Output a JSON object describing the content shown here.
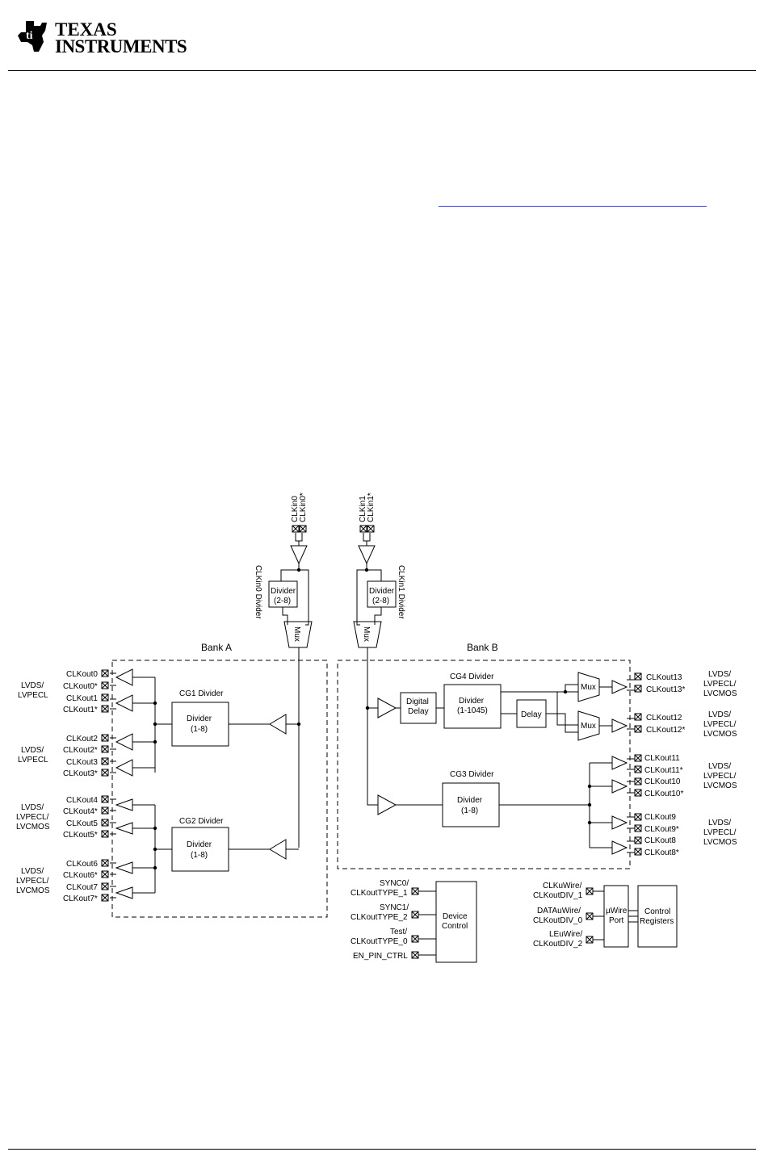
{
  "header": {
    "logo_line1": "Texas",
    "logo_line2": "Instruments",
    "logo_icon": "ti-map-logo-icon"
  },
  "diagram": {
    "bank_a": "Bank A",
    "bank_b": "Bank B",
    "clkin0": "CLKin0",
    "clkin0_n": "CLKin0*",
    "clkin1": "CLKin1",
    "clkin1_n": "CLKin1*",
    "clkin0_divider_label": "CLKin0 Divider",
    "clkin1_divider_label": "CLKin1 Divider",
    "divider_2_8_line1": "Divider",
    "divider_2_8_line2": "(2-8)",
    "mux": "Mux",
    "cg1_divider": "CG1 Divider",
    "cg2_divider": "CG2 Divider",
    "cg3_divider": "CG3 Divider",
    "cg4_divider": "CG4 Divider",
    "divider": "Divider",
    "range_1_8": "(1-8)",
    "range_1_1045": "(1-1045)",
    "digital": "Digital",
    "delay": "Delay",
    "device_control_line1": "Device",
    "device_control_line2": "Control",
    "uwire_line1": "µWire",
    "uwire_line2": "Port",
    "control_registers_line1": "Control",
    "control_registers_line2": "Registers",
    "lvds": "LVDS/",
    "lvpecl": "LVPECL",
    "lvpecl_slash": "LVPECL/",
    "lvcmos": "LVCMOS",
    "clkout0": "CLKout0",
    "clkout0_n": "CLKout0*",
    "clkout1": "CLKout1",
    "clkout1_n": "CLKout1*",
    "clkout2": "CLKout2",
    "clkout2_n": "CLKout2*",
    "clkout3": "CLKout3",
    "clkout3_n": "CLKout3*",
    "clkout4": "CLKout4",
    "clkout4_n": "CLKout4*",
    "clkout5": "CLKout5",
    "clkout5_n": "CLKout5*",
    "clkout6": "CLKout6",
    "clkout6_n": "CLKout6*",
    "clkout7": "CLKout7",
    "clkout7_n": "CLKout7*",
    "clkout8": "CLKout8",
    "clkout8_n": "CLKout8*",
    "clkout9": "CLKout9",
    "clkout9_n": "CLKout9*",
    "clkout10": "CLKout10",
    "clkout10_n": "CLKout10*",
    "clkout11": "CLKout11",
    "clkout11_n": "CLKout11*",
    "clkout12": "CLKout12",
    "clkout12_n": "CLKout12*",
    "clkout13": "CLKout13",
    "clkout13_n": "CLKout13*",
    "sync0_line1": "SYNC0/",
    "sync0_line2": "CLKoutTYPE_1",
    "sync1_line1": "SYNC1/",
    "sync1_line2": "CLKoutTYPE_2",
    "test_line1": "Test/",
    "test_line2": "CLKoutTYPE_0",
    "en_pin_ctrl": "EN_PIN_CTRL",
    "clkuwire_line1": "CLKuWire/",
    "clkuwire_line2": "CLKoutDIV_1",
    "datauwire_line1": "DATAuWire/",
    "datauwire_line2": "CLKoutDIV_0",
    "leuwire_line1": "LEuWire/",
    "leuwire_line2": "CLKoutDIV_2"
  }
}
